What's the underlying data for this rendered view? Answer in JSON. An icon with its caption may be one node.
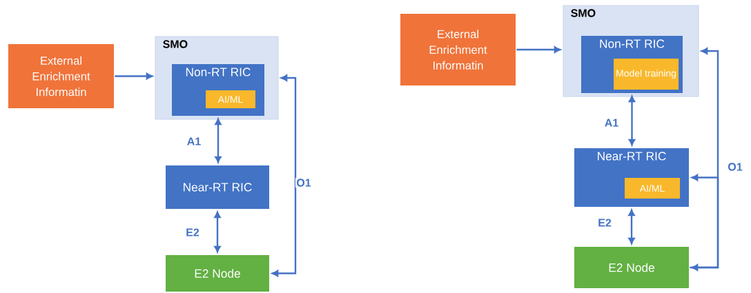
{
  "diagram": {
    "nodes": [
      {
        "text": [
          "External Enrichment Informatin"
        ]
      },
      {
        "text": [
          "SMO"
        ]
      },
      {
        "text": [
          "Non-RT RIC"
        ],
        "in": 1
      },
      {
        "text": [
          "AI/ML"
        ],
        "in": 2
      },
      {
        "text": [
          "Near-RT RIC"
        ]
      },
      {
        "text": [
          "E2 Node"
        ]
      },
      {
        "text": [
          "External Enrichment Informatin"
        ]
      },
      {
        "text": [
          "SMO"
        ]
      },
      {
        "text": [
          "Non-RT RIC"
        ],
        "in": 7
      },
      {
        "text": [
          "Model training"
        ],
        "in": 8
      },
      {
        "text": [
          "Near-RT RIC"
        ]
      },
      {
        "text": [
          "AI/ML"
        ],
        "in": 10
      },
      {
        "text": [
          "E2 Node"
        ]
      }
    ],
    "edges": [
      {
        "from": 0,
        "to": 1,
        "arrow": "to"
      },
      {
        "from": 2,
        "to": 4,
        "arrow": "both",
        "label": "A1"
      },
      {
        "from": 4,
        "to": 5,
        "arrow": "both",
        "label": "E2"
      },
      {
        "from": 5,
        "to": 1,
        "arrow": "both",
        "label": "O1"
      },
      {
        "from": 6,
        "to": 7,
        "arrow": "to"
      },
      {
        "from": 8,
        "to": 10,
        "arrow": "both",
        "label": "A1"
      },
      {
        "from": 10,
        "to": 12,
        "arrow": "both",
        "label": "E2"
      },
      {
        "from": 12,
        "to": 7,
        "arrow": "both",
        "label": "O1"
      },
      {
        "from": 12,
        "to": 10,
        "arrow": "to"
      }
    ]
  }
}
